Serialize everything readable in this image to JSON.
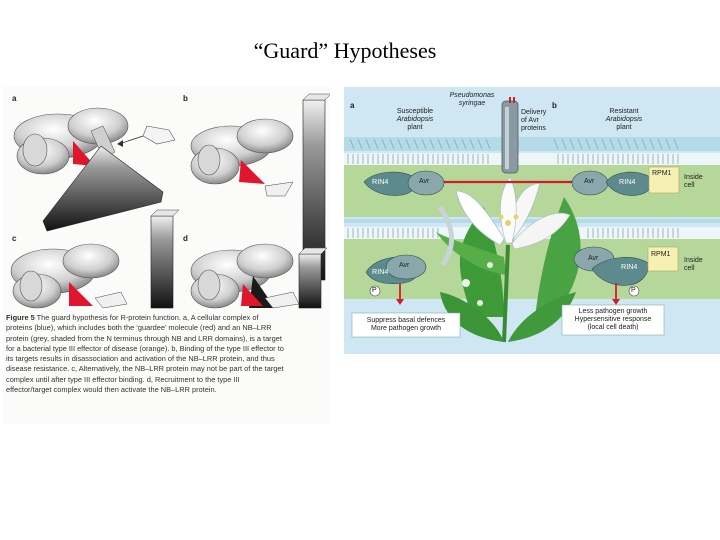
{
  "slide": {
    "title": "“Guard” Hypotheses"
  },
  "left_figure": {
    "panels": [
      "a",
      "b",
      "c",
      "d"
    ],
    "caption": {
      "label": "Figure 5",
      "lines": [
        "The guard hypothesis for R-protein function. a, A cellular complex of",
        "proteins (blue), which includes both the ‘guardee’ molecule (red) and an NB–LRR",
        "protein (grey, shaded from the N terminus through NB and LRR domains), is a target",
        "for a bacterial type III effector of disease (orange). b, Binding of the type III effector to",
        "its targets results in disassociation and activation of the NB–LRR protein, and thus",
        "disease resistance. c, Alternatively, the NB–LRR protein may not be part of the target",
        "complex until after type III effector binding. d, Recruitment to the type III",
        "effector/target complex would then activate the NB–LRR protein."
      ]
    }
  },
  "right_figure": {
    "panel_a": "a",
    "panel_b": "b",
    "pseudomonas": {
      "line1": "Pseudomonas",
      "line2": "syringae"
    },
    "delivery": {
      "line1": "Delivery",
      "line2": "of Avr",
      "line3": "proteins"
    },
    "susceptible": {
      "line1": "Susceptible",
      "line2": "Arabidopsis",
      "line3": "plant"
    },
    "resistant": {
      "line1": "Resistant",
      "line2": "Arabidopsis",
      "line3": "plant"
    },
    "labels": {
      "rin4": "RIN4",
      "avr": "Avr",
      "rpm1": "RPM1",
      "phos": "P",
      "inside_cell": {
        "line1": "Inside",
        "line2": "cell"
      }
    },
    "outcome_left": {
      "line1": "Suppress basal defences",
      "line2": "More pathogen growth"
    },
    "outcome_right": {
      "line1": "Less pathogen growth",
      "line2": "Hypersensitive response",
      "line3": "(local cell death)"
    }
  }
}
